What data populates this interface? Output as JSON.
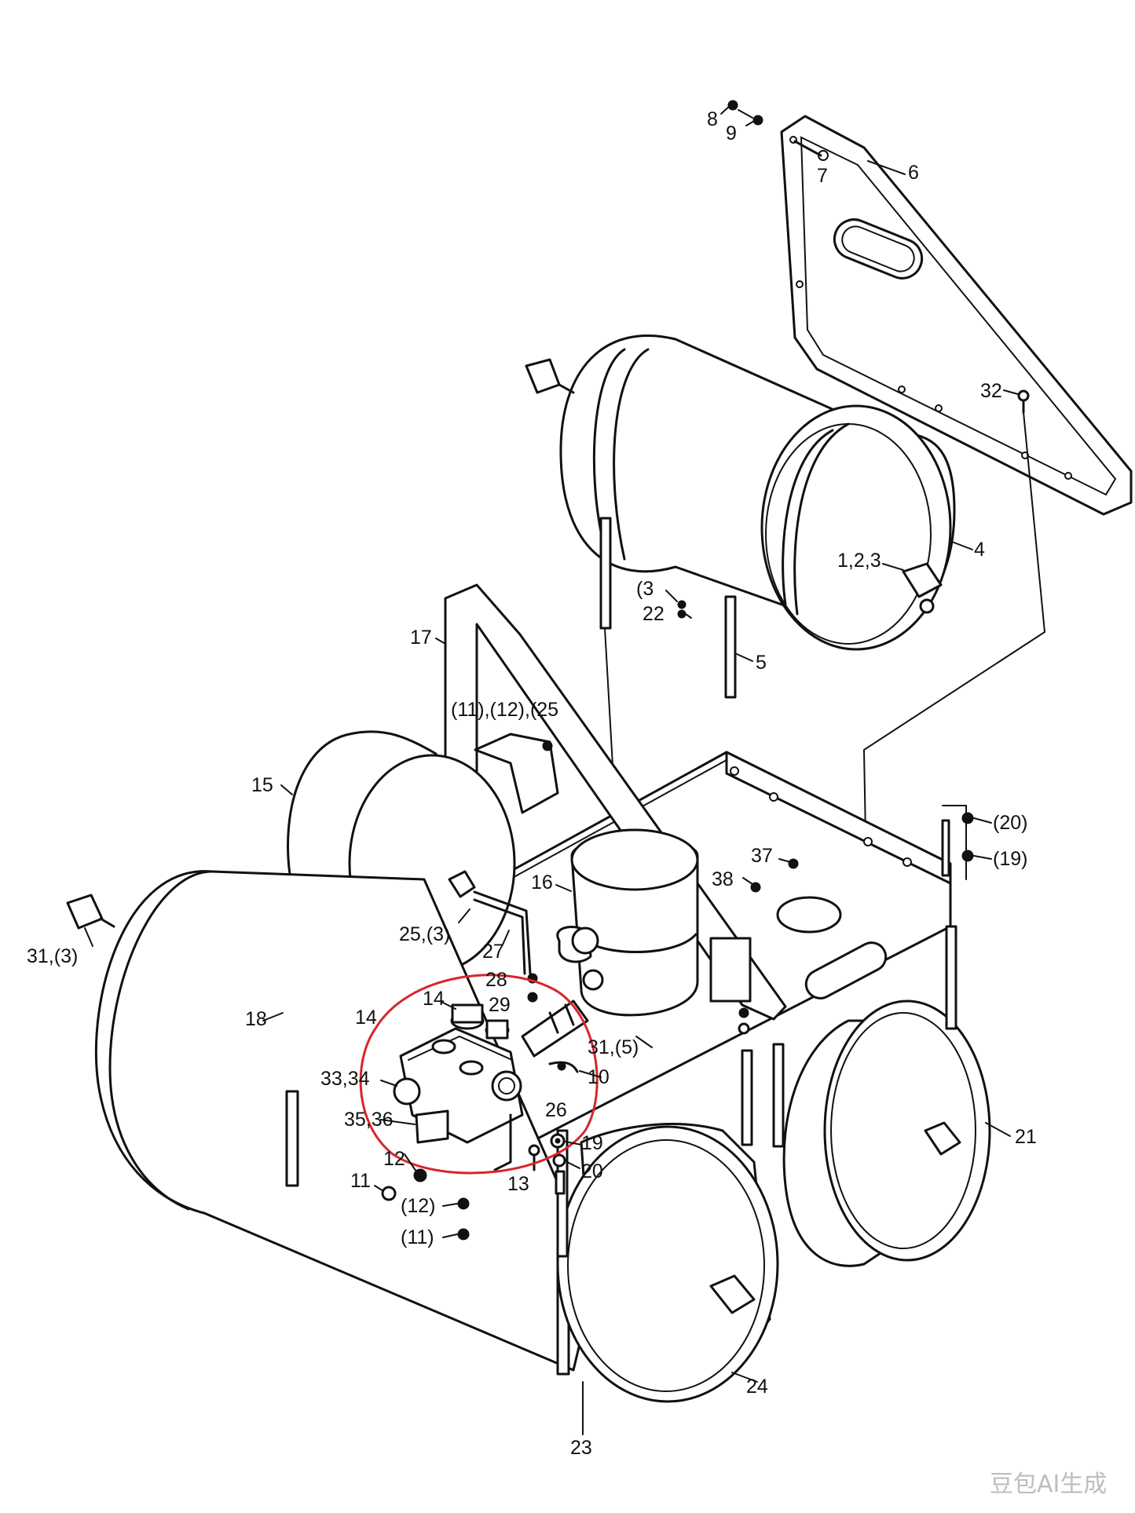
{
  "callouts": {
    "c8": "8",
    "c9": "9",
    "c7": "7",
    "c6": "6",
    "c32": "32",
    "c4": "4",
    "c123": "1,2,3",
    "c3p": "(3",
    "c22": "22",
    "c5": "5",
    "c17": "17",
    "c111225": "(11),(12),(25",
    "c15": "15",
    "c20p": "(20)",
    "c19p": "(19)",
    "c37": "37",
    "c38": "38",
    "c16": "16",
    "c313a": "31,(3)",
    "c253": "25,(3)",
    "c27": "27",
    "c28": "28",
    "c29": "29",
    "c18": "18",
    "c14a": "14",
    "c14b": "14",
    "c3334": "33,34",
    "c3536": "35,36",
    "c315": "31,(5)",
    "c10": "10",
    "c26": "26",
    "c19": "19",
    "c20": "20",
    "c12": "12",
    "c13": "13",
    "c11": "11",
    "c12p": "(12)",
    "c11p": "(11)",
    "c21": "21",
    "c24": "24",
    "c23": "23"
  },
  "watermark": "豆包AI生成"
}
